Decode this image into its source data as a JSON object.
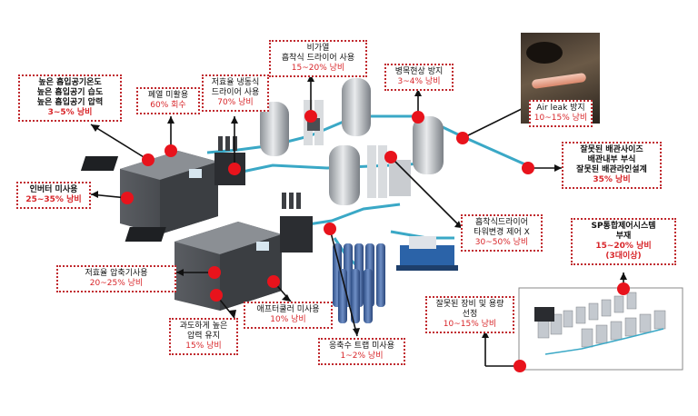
{
  "labels": {
    "intake": {
      "lines": [
        "높은 흡입공기온도",
        "높은 흡입공기 습도",
        "높은 흡입공기 압력"
      ],
      "loss": "3~5% 낭비"
    },
    "waste_heat": {
      "lines": [
        "폐열 미활용"
      ],
      "loss": "60% 회수"
    },
    "refrig_dryer": {
      "lines": [
        "저효율 냉동식",
        "드라이어 사용"
      ],
      "loss": "70% 낭비"
    },
    "heatless_dryer": {
      "lines": [
        "비가열",
        "흡착식 드라이어 사용"
      ],
      "loss": "15~20% 낭비"
    },
    "condensation": {
      "lines": [
        "병목현상 방지"
      ],
      "loss": "3~4% 낭비"
    },
    "air_leak": {
      "lines": [
        "Air leak 방지"
      ],
      "loss": "10~15% 낭비"
    },
    "piping": {
      "lines": [
        "잘못된 배관사이즈",
        "배관내부 부식",
        "잘못된 배관라인설계"
      ],
      "loss": "35% 낭비"
    },
    "inverter": {
      "lines": [
        "인버터 미사용"
      ],
      "loss": "25~35% 낭비"
    },
    "tower_control": {
      "lines": [
        "흡착식드라이어",
        "타워변경 제어 X"
      ],
      "loss": "30~50% 낭비"
    },
    "sp_control": {
      "lines": [
        "SP통합제어시스템",
        "부재"
      ],
      "loss": "15~20% 낭비",
      "extra": "(3대이상)"
    },
    "low_eff_compressor": {
      "lines": [
        "저효율 압축기사용"
      ],
      "loss": "20~25% 낭비"
    },
    "aftercooler": {
      "lines": [
        "애프터쿨러 미사용"
      ],
      "loss": "10% 낭비"
    },
    "equipment_sizing": {
      "lines": [
        "잘못된 장비 및 용량",
        "선정"
      ],
      "loss": "10~15% 낭비"
    },
    "overpressure": {
      "lines": [
        "과도하게 높은",
        "압력 유지"
      ],
      "loss": "15% 낭비"
    },
    "drain_trap": {
      "lines": [
        "응축수 트랩 미사용"
      ],
      "loss": "1~2% 낭비"
    }
  },
  "colors": {
    "accent": "#c0282d",
    "marker": "#e8131c",
    "pipe": "#3aa8c6",
    "machine": "#4a4d52"
  }
}
